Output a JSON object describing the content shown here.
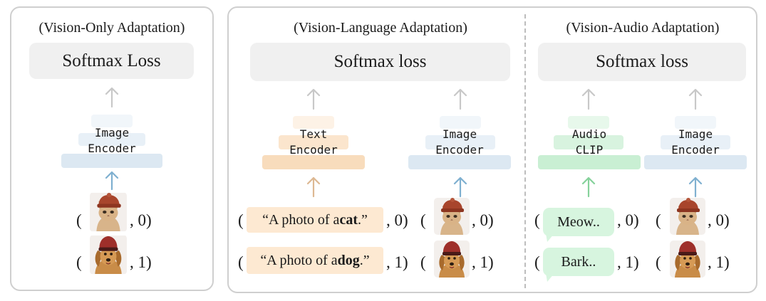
{
  "panels": {
    "vision_only": {
      "title": "(Vision-Only Adaptation)",
      "loss": "Softmax Loss"
    },
    "vision_language": {
      "title": "(Vision-Language Adaptation)",
      "loss": "Softmax loss"
    },
    "vision_audio": {
      "title": "(Vision-Audio Adaptation)",
      "loss": "Softmax loss"
    }
  },
  "encoders": {
    "image": [
      "Image",
      "Encoder"
    ],
    "text": [
      "Text",
      "Encoder"
    ],
    "audio": [
      "Audio",
      "CLIP"
    ]
  },
  "colors": {
    "image_encoder": "#dce8f2",
    "text_encoder": "#f8dcbc",
    "audio_encoder": "#c9efd3",
    "arrow_gray": "#c8c8c8",
    "arrow_blue": "#7fb0d0",
    "arrow_orange": "#ddb892",
    "arrow_green": "#86d29b"
  },
  "samples": {
    "cat_label": "0",
    "dog_label": "1",
    "cat_caption_prefix": "“A photo of a ",
    "cat_caption_bold": "cat",
    "cat_caption_suffix": ".”",
    "dog_caption_prefix": "“A photo of a ",
    "dog_caption_bold": "dog",
    "dog_caption_suffix": ".”",
    "cat_audio": "Meow..",
    "dog_audio": "Bark.."
  },
  "pictures": {
    "cat": "cat wearing a red knitted hat",
    "dog": "dog wearing a red knitted hat"
  }
}
